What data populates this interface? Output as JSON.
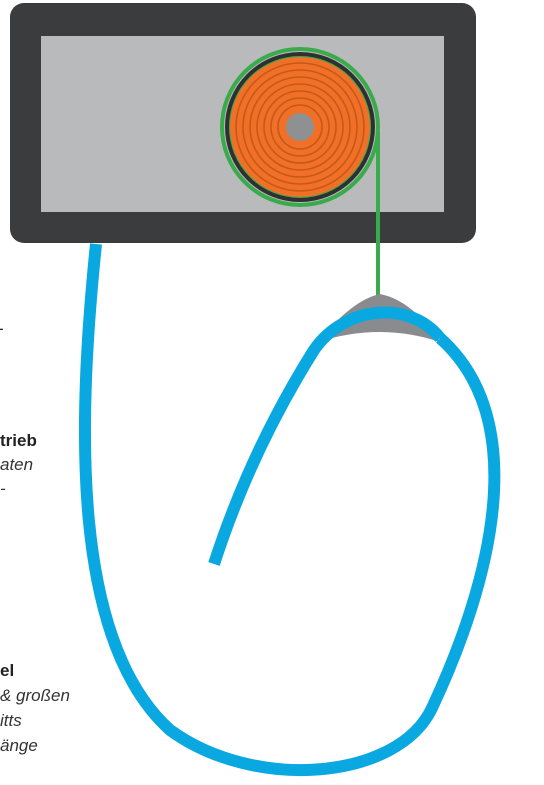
{
  "colors": {
    "housing": "#3b3c3e",
    "panel": "#b9babc",
    "coil": "#f07028",
    "coil_ring": "#2f3032",
    "core": "#8f9092",
    "sensor_ring": "#3aab4a",
    "cable": "#0aa8e0",
    "clip": "#8a8b8e"
  },
  "labels": {
    "top_fragment": "-",
    "drive_title": "trieb",
    "drive_line1": "aten",
    "drive_line2": "-",
    "cable_title": "el",
    "cable_line1": "& großen",
    "cable_line2": "itts",
    "cable_line3": "änge"
  }
}
